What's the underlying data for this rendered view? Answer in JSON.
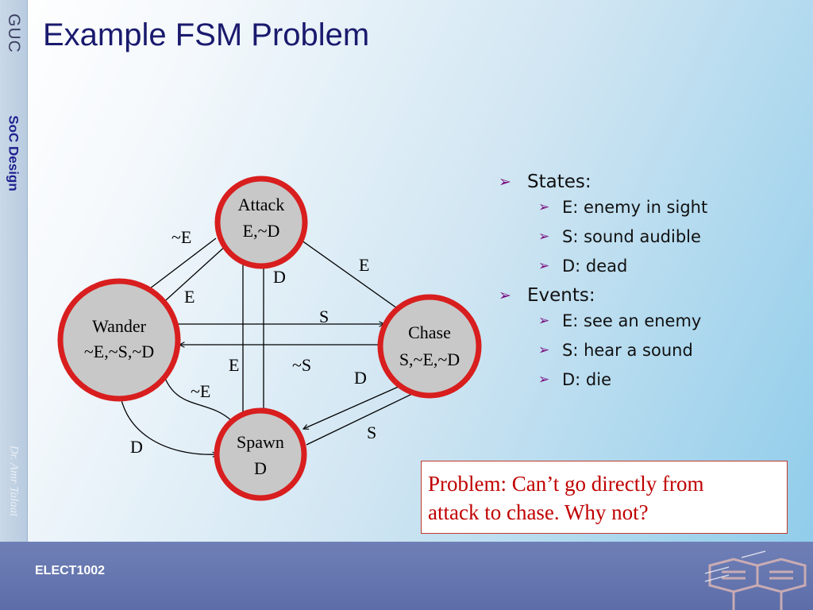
{
  "slide": {
    "title": "Example FSM Problem",
    "sidebar_logo": "GUC",
    "sidebar_course": "SoC Design",
    "sidebar_author": "Dr. Amr Talaat",
    "footer": "ELECT1002"
  },
  "diagram": {
    "nodes": {
      "attack": {
        "name": "Attack",
        "output": "E,~D"
      },
      "wander": {
        "name": "Wander",
        "output": "~E,~S,~D"
      },
      "chase": {
        "name": "Chase",
        "output": "S,~E,~D"
      },
      "spawn": {
        "name": "Spawn",
        "output": "D"
      }
    },
    "edges": {
      "attack_to_wander": "~E",
      "wander_to_attack": "E",
      "attack_to_spawn": "D",
      "chase_to_attack": "E",
      "wander_to_chase": "S",
      "chase_to_wander": "~S",
      "spawn_to_attack": "E",
      "spawn_to_wander": "~E",
      "wander_to_spawn": "D",
      "chase_to_spawn": "D",
      "spawn_to_chase": "S"
    }
  },
  "bullets": {
    "states_heading": "States:",
    "states": [
      "E: enemy in sight",
      "S: sound audible",
      "D: dead"
    ],
    "events_heading": "Events:",
    "events": [
      "E: see an enemy",
      "S: hear a sound",
      "D: die"
    ]
  },
  "problem": {
    "line1": "Problem: Can’t go directly from",
    "line2": "attack to chase. Why not?"
  },
  "colors": {
    "title": "#1a1a6e",
    "node_fill": "#c8c8c8",
    "node_border": "#d81e1e",
    "bullet_arrow": "#7a0f80",
    "problem_text": "#c00000",
    "footer_band": "#5d6da8"
  }
}
